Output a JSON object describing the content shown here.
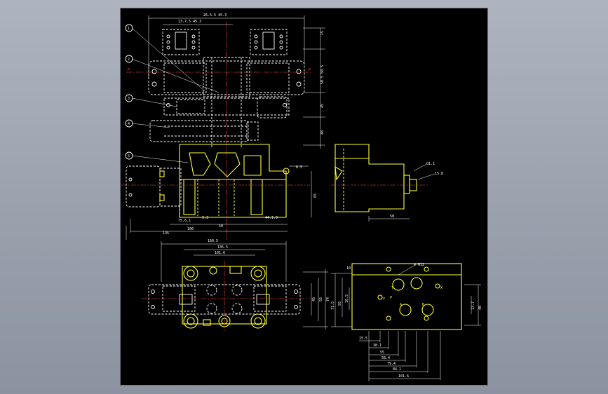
{
  "top_view": {
    "dims": {
      "overall": "26.5.5 45.3",
      "left": "13.7.5 45.3",
      "right_h1": "15",
      "right_h2": "50.5 50.5",
      "right_h3": "45",
      "right_h4": "48",
      "mid_bore": "8.5",
      "bottom_a": "75.6.1",
      "bottom_b": "50",
      "bottom_c": "100",
      "bottom_d": "9.3",
      "bottom_e": "44.1.9",
      "height": "65",
      "total": "135"
    },
    "balloons": [
      "1",
      "2",
      "3",
      "4",
      "5"
    ]
  },
  "side_view": {
    "labels": [
      "G1.1",
      "15.8"
    ],
    "dims": {
      "width": "50"
    }
  },
  "plan_view": {
    "dims": {
      "overall": "160.5",
      "mid1": "135.5",
      "mid2": "101.6",
      "h1": "74",
      "h2": "55",
      "h3": "45"
    }
  },
  "port_view": {
    "ports": [
      "P",
      "T",
      "A",
      "B",
      "X",
      "Y"
    ],
    "dims_left": [
      "71.5",
      "55",
      "16.5",
      "10"
    ],
    "dims_right": [
      "40",
      "13.7"
    ],
    "dims_bottom": [
      "15.5",
      "38.1",
      "55",
      "58.4",
      "79.4",
      "84.1",
      "101.6"
    ],
    "top_note": "4-M12"
  },
  "colors": {
    "background": "#000000",
    "line_white": "#ffffff",
    "line_yellow": "#ffff33",
    "center_line": "#ff4a4a",
    "frame": "#9aa1ad"
  }
}
